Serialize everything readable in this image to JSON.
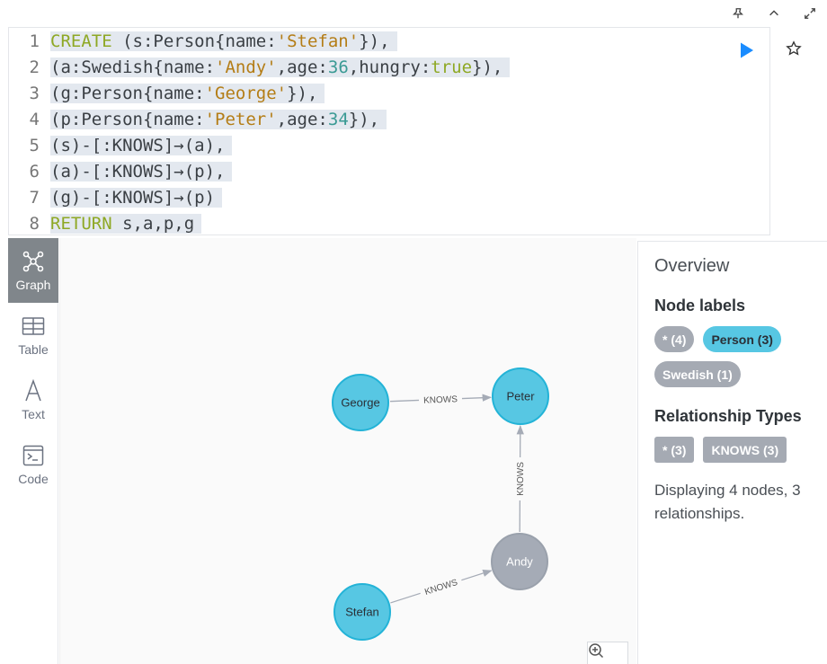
{
  "window": {
    "pin_icon": "pin-icon",
    "collapse_icon": "chevron-up-icon",
    "expand_icon": "expand-icon"
  },
  "editor": {
    "lines": [
      {
        "no": "1"
      },
      {
        "no": "2"
      },
      {
        "no": "3"
      },
      {
        "no": "4"
      },
      {
        "no": "5"
      },
      {
        "no": "6"
      },
      {
        "no": "7"
      },
      {
        "no": "8"
      }
    ],
    "tokens": {
      "l1_kw": "CREATE",
      "l1_a": " (s:Person{name:",
      "l1_s": "'Stefan'",
      "l1_b": "}),",
      "l2_a": "(a:Swedish{name:",
      "l2_s": "'Andy'",
      "l2_b": ",age:",
      "l2_n": "36",
      "l2_c": ",hungry:",
      "l2_t": "true",
      "l2_d": "}),",
      "l3_a": "(g:Person{name:",
      "l3_s": "'George'",
      "l3_b": "}),",
      "l4_a": "(p:Person{name:",
      "l4_s": "'Peter'",
      "l4_b": ",age:",
      "l4_n": "34",
      "l4_c": "}),",
      "l5": "(s)-[:KNOWS]→(a),",
      "l6": "(a)-[:KNOWS]→(p),",
      "l7": "(g)-[:KNOWS]→(p)",
      "l8_kw": "RETURN",
      "l8_a": " s,a,p,g"
    },
    "run_color": "#1a8cff"
  },
  "sidebar": {
    "items": [
      {
        "label": "Graph",
        "icon": "graph-icon",
        "active": true
      },
      {
        "label": "Table",
        "icon": "table-icon"
      },
      {
        "label": "Text",
        "icon": "text-icon"
      },
      {
        "label": "Code",
        "icon": "code-icon"
      }
    ]
  },
  "graph": {
    "nodes": [
      {
        "id": "george",
        "label": "George",
        "type": "Person"
      },
      {
        "id": "peter",
        "label": "Peter",
        "type": "Person"
      },
      {
        "id": "andy",
        "label": "Andy",
        "type": "Swedish"
      },
      {
        "id": "stefan",
        "label": "Stefan",
        "type": "Person"
      }
    ],
    "edges": [
      {
        "from": "george",
        "to": "peter",
        "label": "KNOWS"
      },
      {
        "from": "andy",
        "to": "peter",
        "label": "KNOWS"
      },
      {
        "from": "stefan",
        "to": "andy",
        "label": "KNOWS"
      }
    ],
    "colors": {
      "person": "#57c7e3",
      "person_stroke": "#23b3d7",
      "swedish": "#a5abb6",
      "swedish_stroke": "#9aa1ac"
    }
  },
  "overview": {
    "title": "Overview",
    "node_labels_title": "Node labels",
    "node_labels": [
      "* (4)",
      "Person (3)",
      "Swedish (1)"
    ],
    "rel_types_title": "Relationship Types",
    "rel_types": [
      "* (3)",
      "KNOWS (3)"
    ],
    "description": "Displaying 4 nodes, 3 relationships."
  }
}
